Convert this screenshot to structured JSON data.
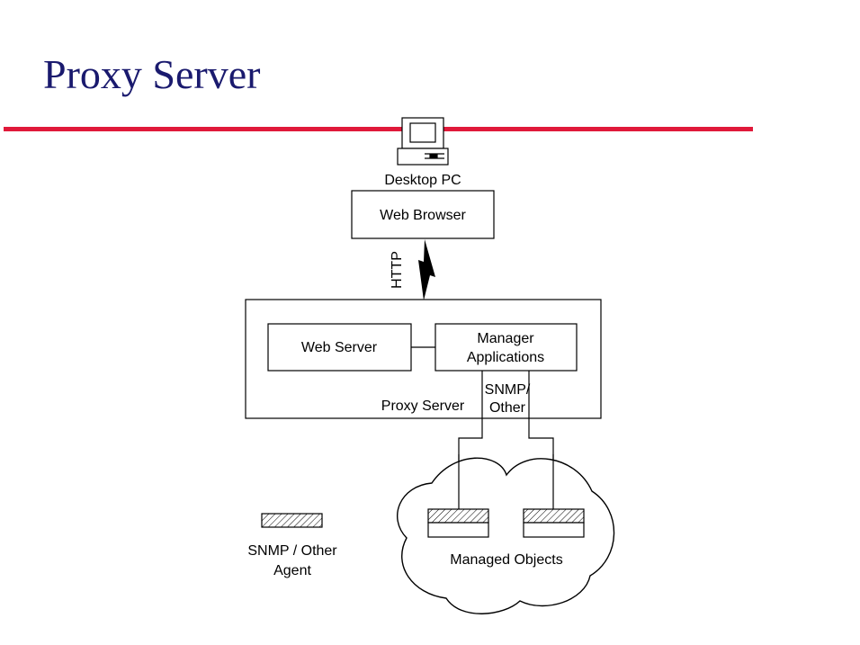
{
  "slide": {
    "title": "Proxy Server",
    "title_color": "#1a1a6e",
    "rule_color": "#e0193a"
  },
  "diagram": {
    "desktop_label": "Desktop PC",
    "web_browser_label": "Web Browser",
    "http_label": "HTTP",
    "web_server_label": "Web Server",
    "manager_label_line1": "Manager",
    "manager_label_line2": "Applications",
    "proxy_server_label": "Proxy Server",
    "snmp_label_line1": "SNMP/",
    "snmp_label_line2": "Other",
    "managed_objects_label": "Managed Objects",
    "legend_line1": "SNMP / Other",
    "legend_line2": "Agent",
    "icons": [
      "desktop-pc-icon",
      "lightning-bolt-icon",
      "cloud-icon",
      "hatched-agent-icon"
    ]
  }
}
